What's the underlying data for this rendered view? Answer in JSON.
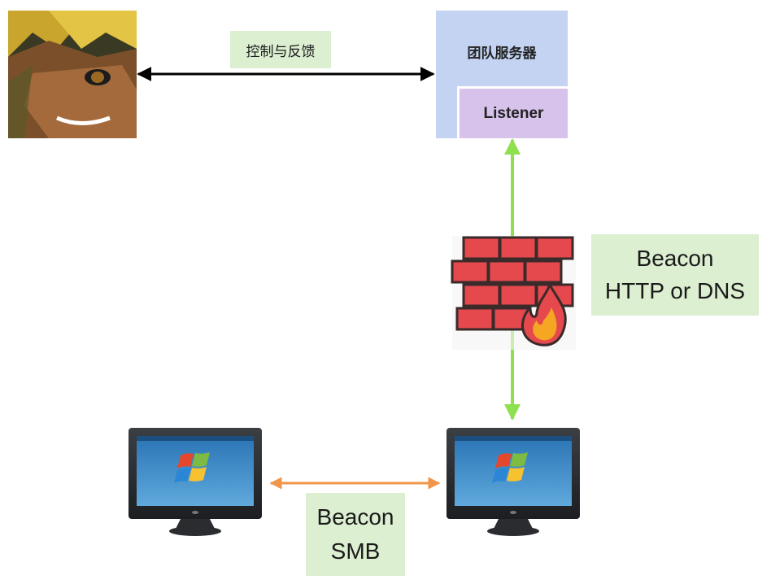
{
  "control_label": "控制与反馈",
  "team_server": {
    "title": "团队服务器",
    "listener_label": "Listener"
  },
  "beacon_http": {
    "line1": "Beacon",
    "line2": "HTTP or DNS"
  },
  "beacon_smb": {
    "line1": "Beacon",
    "line2": "SMB"
  },
  "colors": {
    "control_arrow": "#000000",
    "http_arrow": "#8fe04f",
    "smb_arrow": "#f0954a",
    "label_bg": "#dcefd1",
    "server_bg": "#c3d3f1",
    "listener_bg": "#d7c2ec",
    "firewall_brick": "#e5484d"
  },
  "icons": [
    "operator-avatar-icon",
    "firewall-icon",
    "windows-pc-icon"
  ]
}
